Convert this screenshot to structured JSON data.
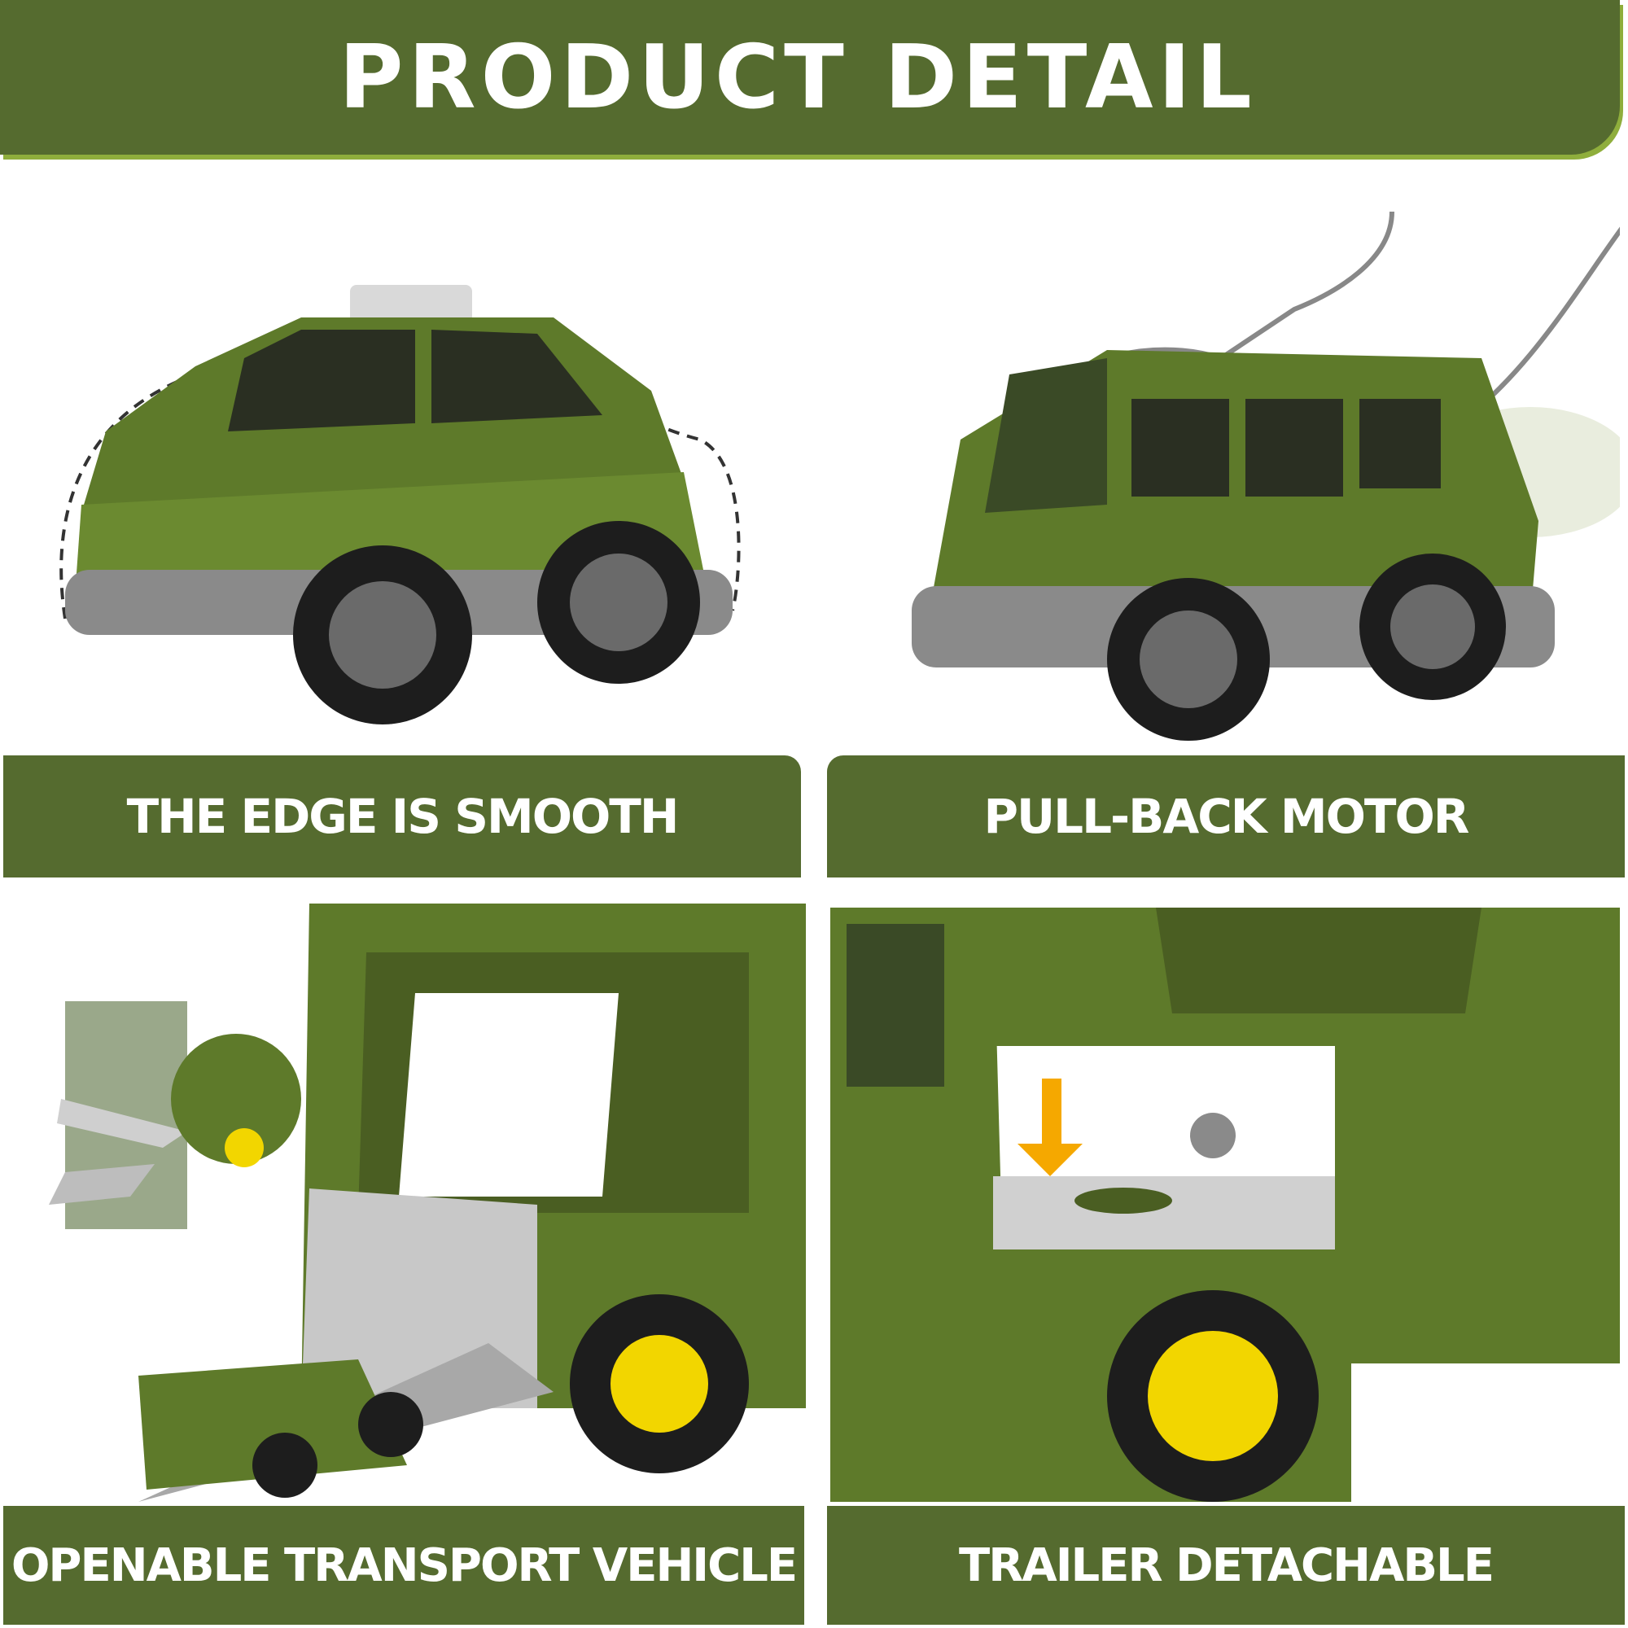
{
  "header": {
    "title": "PRODUCT DETAIL",
    "bg_color": "#556b2f"
  },
  "panels": [
    {
      "caption": "THE EDGE IS SMOOTH",
      "image": "green-toy-car-smooth-edge"
    },
    {
      "caption": "PULL-BACK MOTOR",
      "image": "green-toy-van-pull-back"
    },
    {
      "caption": "OPENABLE TRANSPORT VEHICLE",
      "image": "green-transport-truck-open-ramp"
    },
    {
      "caption": "TRAILER DETACHABLE",
      "image": "green-truck-trailer-hitch"
    }
  ],
  "colors": {
    "olive": "#556b2f",
    "toy_green": "#5e7a2a",
    "wheel_yellow": "#f2d600",
    "arrow_yellow": "#f5a800"
  }
}
